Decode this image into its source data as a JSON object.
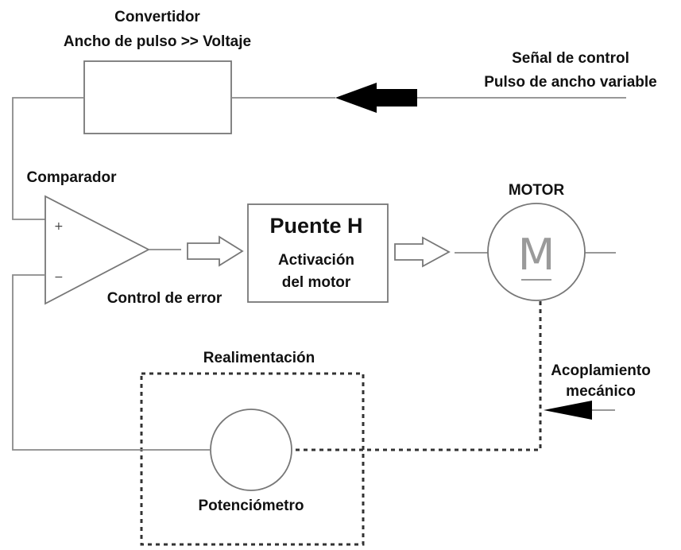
{
  "labels": {
    "converter_title": "Convertidor",
    "converter_subtitle": "Ancho de pulso >> Voltaje",
    "control_signal_title": "Señal de control",
    "control_signal_subtitle": "Pulso de ancho variable",
    "comparator": "Comparador",
    "error_control": "Control de error",
    "h_bridge_title": "Puente H",
    "h_bridge_line1": "Activación",
    "h_bridge_line2": "del motor",
    "motor": "MOTOR",
    "motor_symbol": "M",
    "feedback": "Realimentación",
    "coupling_line1": "Acoplamiento",
    "coupling_line2": "mecánico",
    "potentiometer": "Potenciómetro",
    "plus_sign": "+",
    "minus_sign": "−"
  }
}
